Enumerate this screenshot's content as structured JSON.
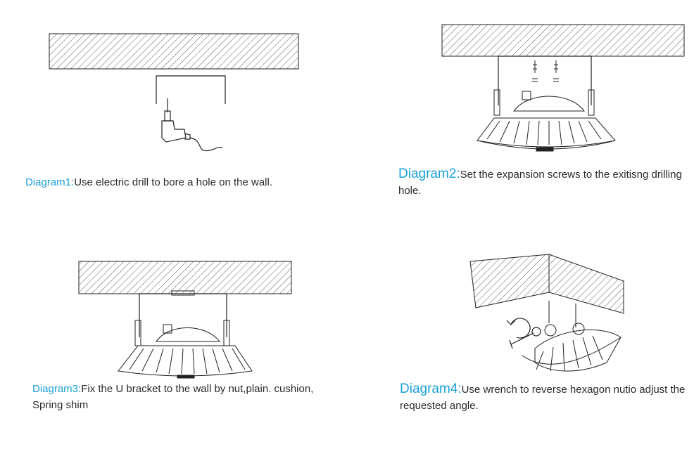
{
  "steps": [
    {
      "label": "Diagram1:",
      "text": "Use electric drill to bore a hole on the wall."
    },
    {
      "label": "Diagram2:",
      "text": "Set the expansion screws to the exitisng drilling hole."
    },
    {
      "label": "Diagram3:",
      "text": "Fix the U bracket to the wall by nut,plain. cushion, Spring shim"
    },
    {
      "label": "Diagram4:",
      "text": "Use wrench to reverse hexagon nutio adjust the requested angle."
    }
  ],
  "colors": {
    "accent": "#1aa0d8",
    "text": "#2b2b2b",
    "line": "#222222"
  }
}
